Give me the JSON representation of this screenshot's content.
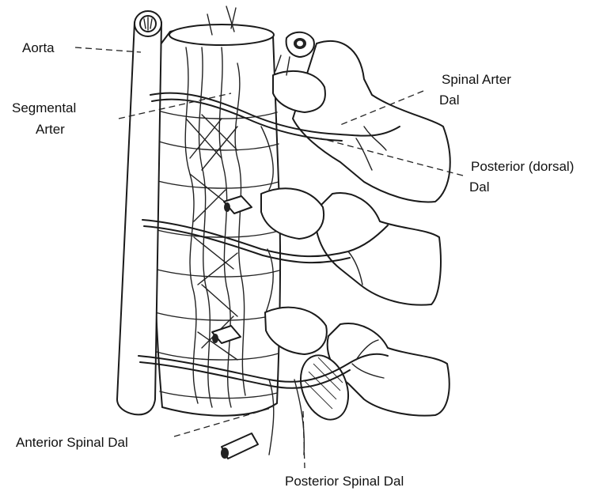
{
  "labels": {
    "aorta": "Aorta",
    "segmental_line1": "Segmental",
    "segmental_line2": "Arter",
    "spinal_arter_line1": "Spinal Arter",
    "spinal_arter_line2": "Dal",
    "posterior_dorsal_line1": "Posterior (dorsal)",
    "posterior_dorsal_line2": "Dal",
    "anterior_spinal": "Anterior Spinal Dal",
    "posterior_spinal": "Posterior Spinal Dal"
  },
  "colors": {
    "ink": "#1a1a1a",
    "background": "#ffffff"
  }
}
